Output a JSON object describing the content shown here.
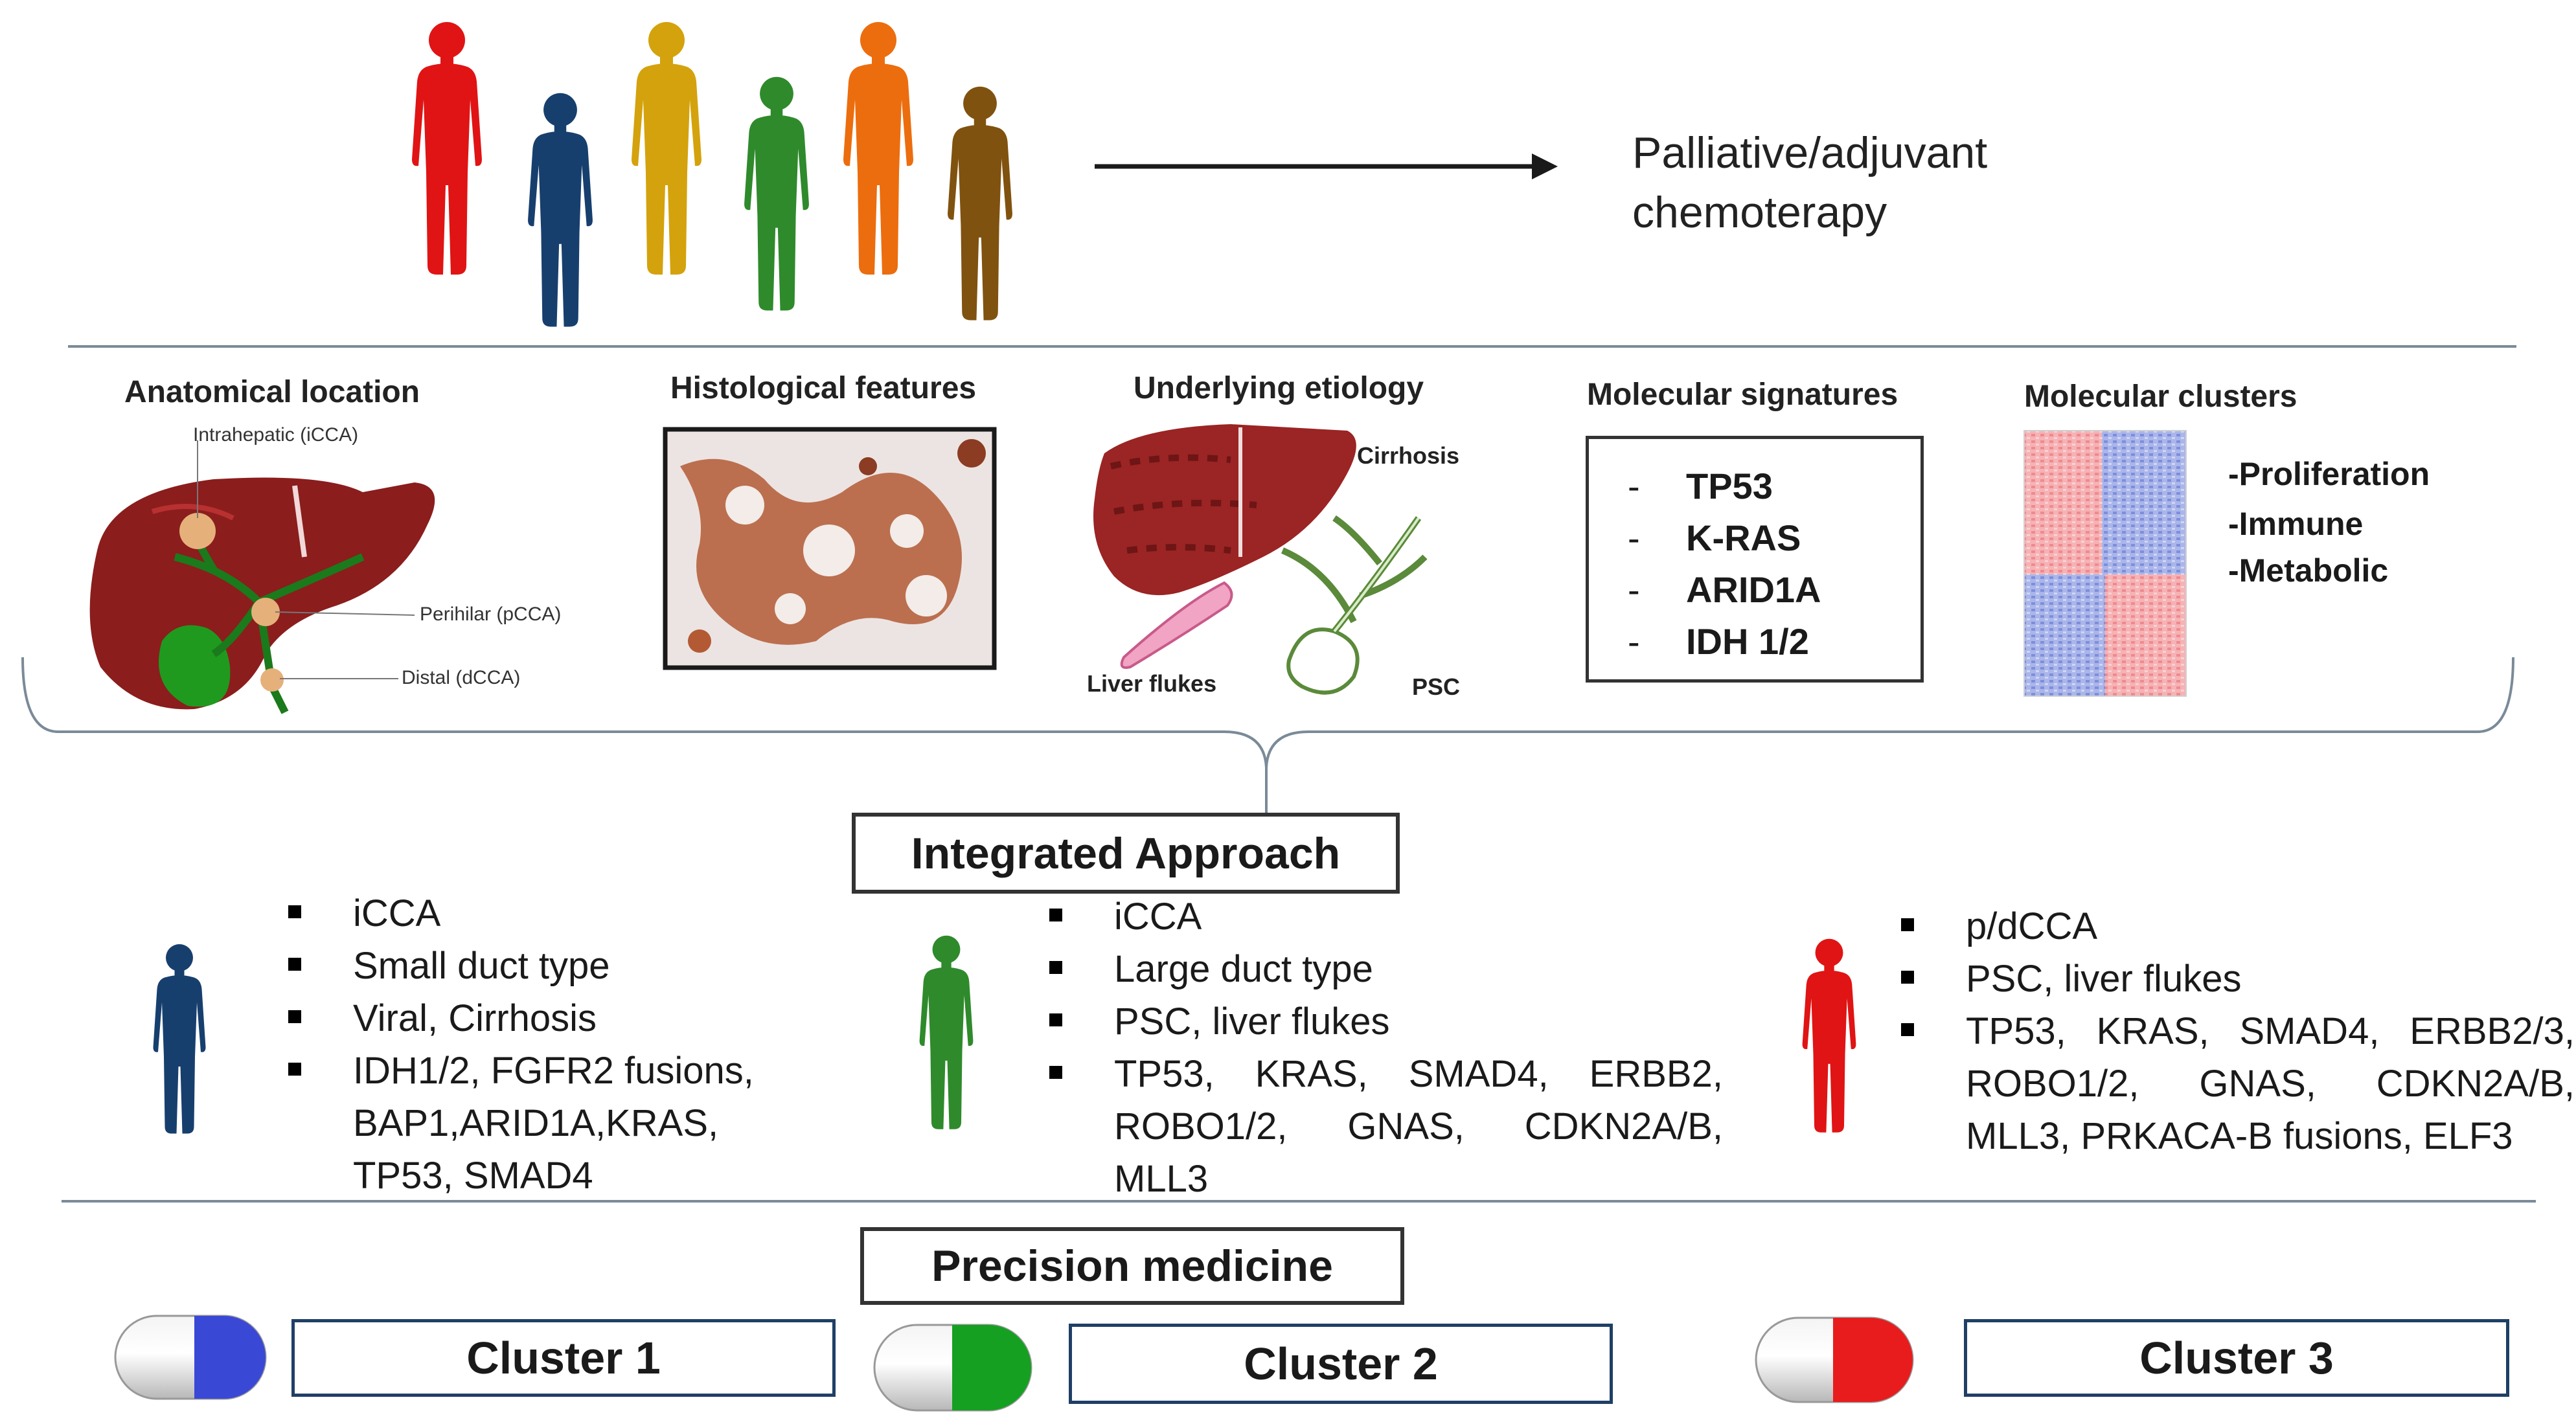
{
  "top": {
    "text_line1": "Palliative/adjuvant",
    "text_line2": "chemoterapy"
  },
  "sections": {
    "anatomical": {
      "title": "Anatomical location",
      "labels": {
        "intrahepatic": "Intrahepatic (iCCA)",
        "perihilar": "Perihilar (pCCA)",
        "distal": "Distal (dCCA)"
      }
    },
    "histological": {
      "title": "Histological features"
    },
    "etiology": {
      "title": "Underlying etiology",
      "labels": {
        "cirrhosis": "Cirrhosis",
        "liver_flukes": "Liver flukes",
        "psc": "PSC"
      }
    },
    "molecular_signatures": {
      "title": "Molecular signatures",
      "items": [
        "TP53",
        "K-RAS",
        "ARID1A",
        "IDH 1/2"
      ]
    },
    "molecular_clusters": {
      "title": "Molecular clusters",
      "items": [
        "-Proliferation",
        "-Immune",
        "-Metabolic"
      ]
    }
  },
  "integrated": {
    "title": "Integrated Approach",
    "groups": [
      {
        "items": [
          "iCCA",
          "Small duct type",
          "Viral, Cirrhosis"
        ],
        "genes": [
          "IDH1/2, FGFR2 fusions,",
          "BAP1,ARID1A,KRAS,",
          "TP53, SMAD4"
        ]
      },
      {
        "items": [
          "iCCA",
          "Large duct type",
          "PSC, liver flukes"
        ],
        "genes": [
          "TP53, KRAS, SMAD4, ERBB2,",
          "ROBO1/2, GNAS, CDKN2A/B,",
          "MLL3"
        ]
      },
      {
        "items": [
          "p/dCCA",
          "PSC, liver flukes"
        ],
        "genes": [
          "TP53, KRAS, SMAD4, ERBB2/3,",
          "ROBO1/2, GNAS, CDKN2A/B,",
          "MLL3, PRKACA-B fusions, ELF3"
        ]
      }
    ]
  },
  "precision": {
    "title": "Precision medicine",
    "clusters": [
      {
        "label": "Cluster 1",
        "color": "#3a48d6"
      },
      {
        "label": "Cluster 2",
        "color": "#15a021"
      },
      {
        "label": "Cluster 3",
        "color": "#e81c1c"
      }
    ]
  },
  "people_colors": [
    "#e01414",
    "#173f6e",
    "#d4a20c",
    "#2f8a2c",
    "#ec6d0e",
    "#80520f"
  ]
}
